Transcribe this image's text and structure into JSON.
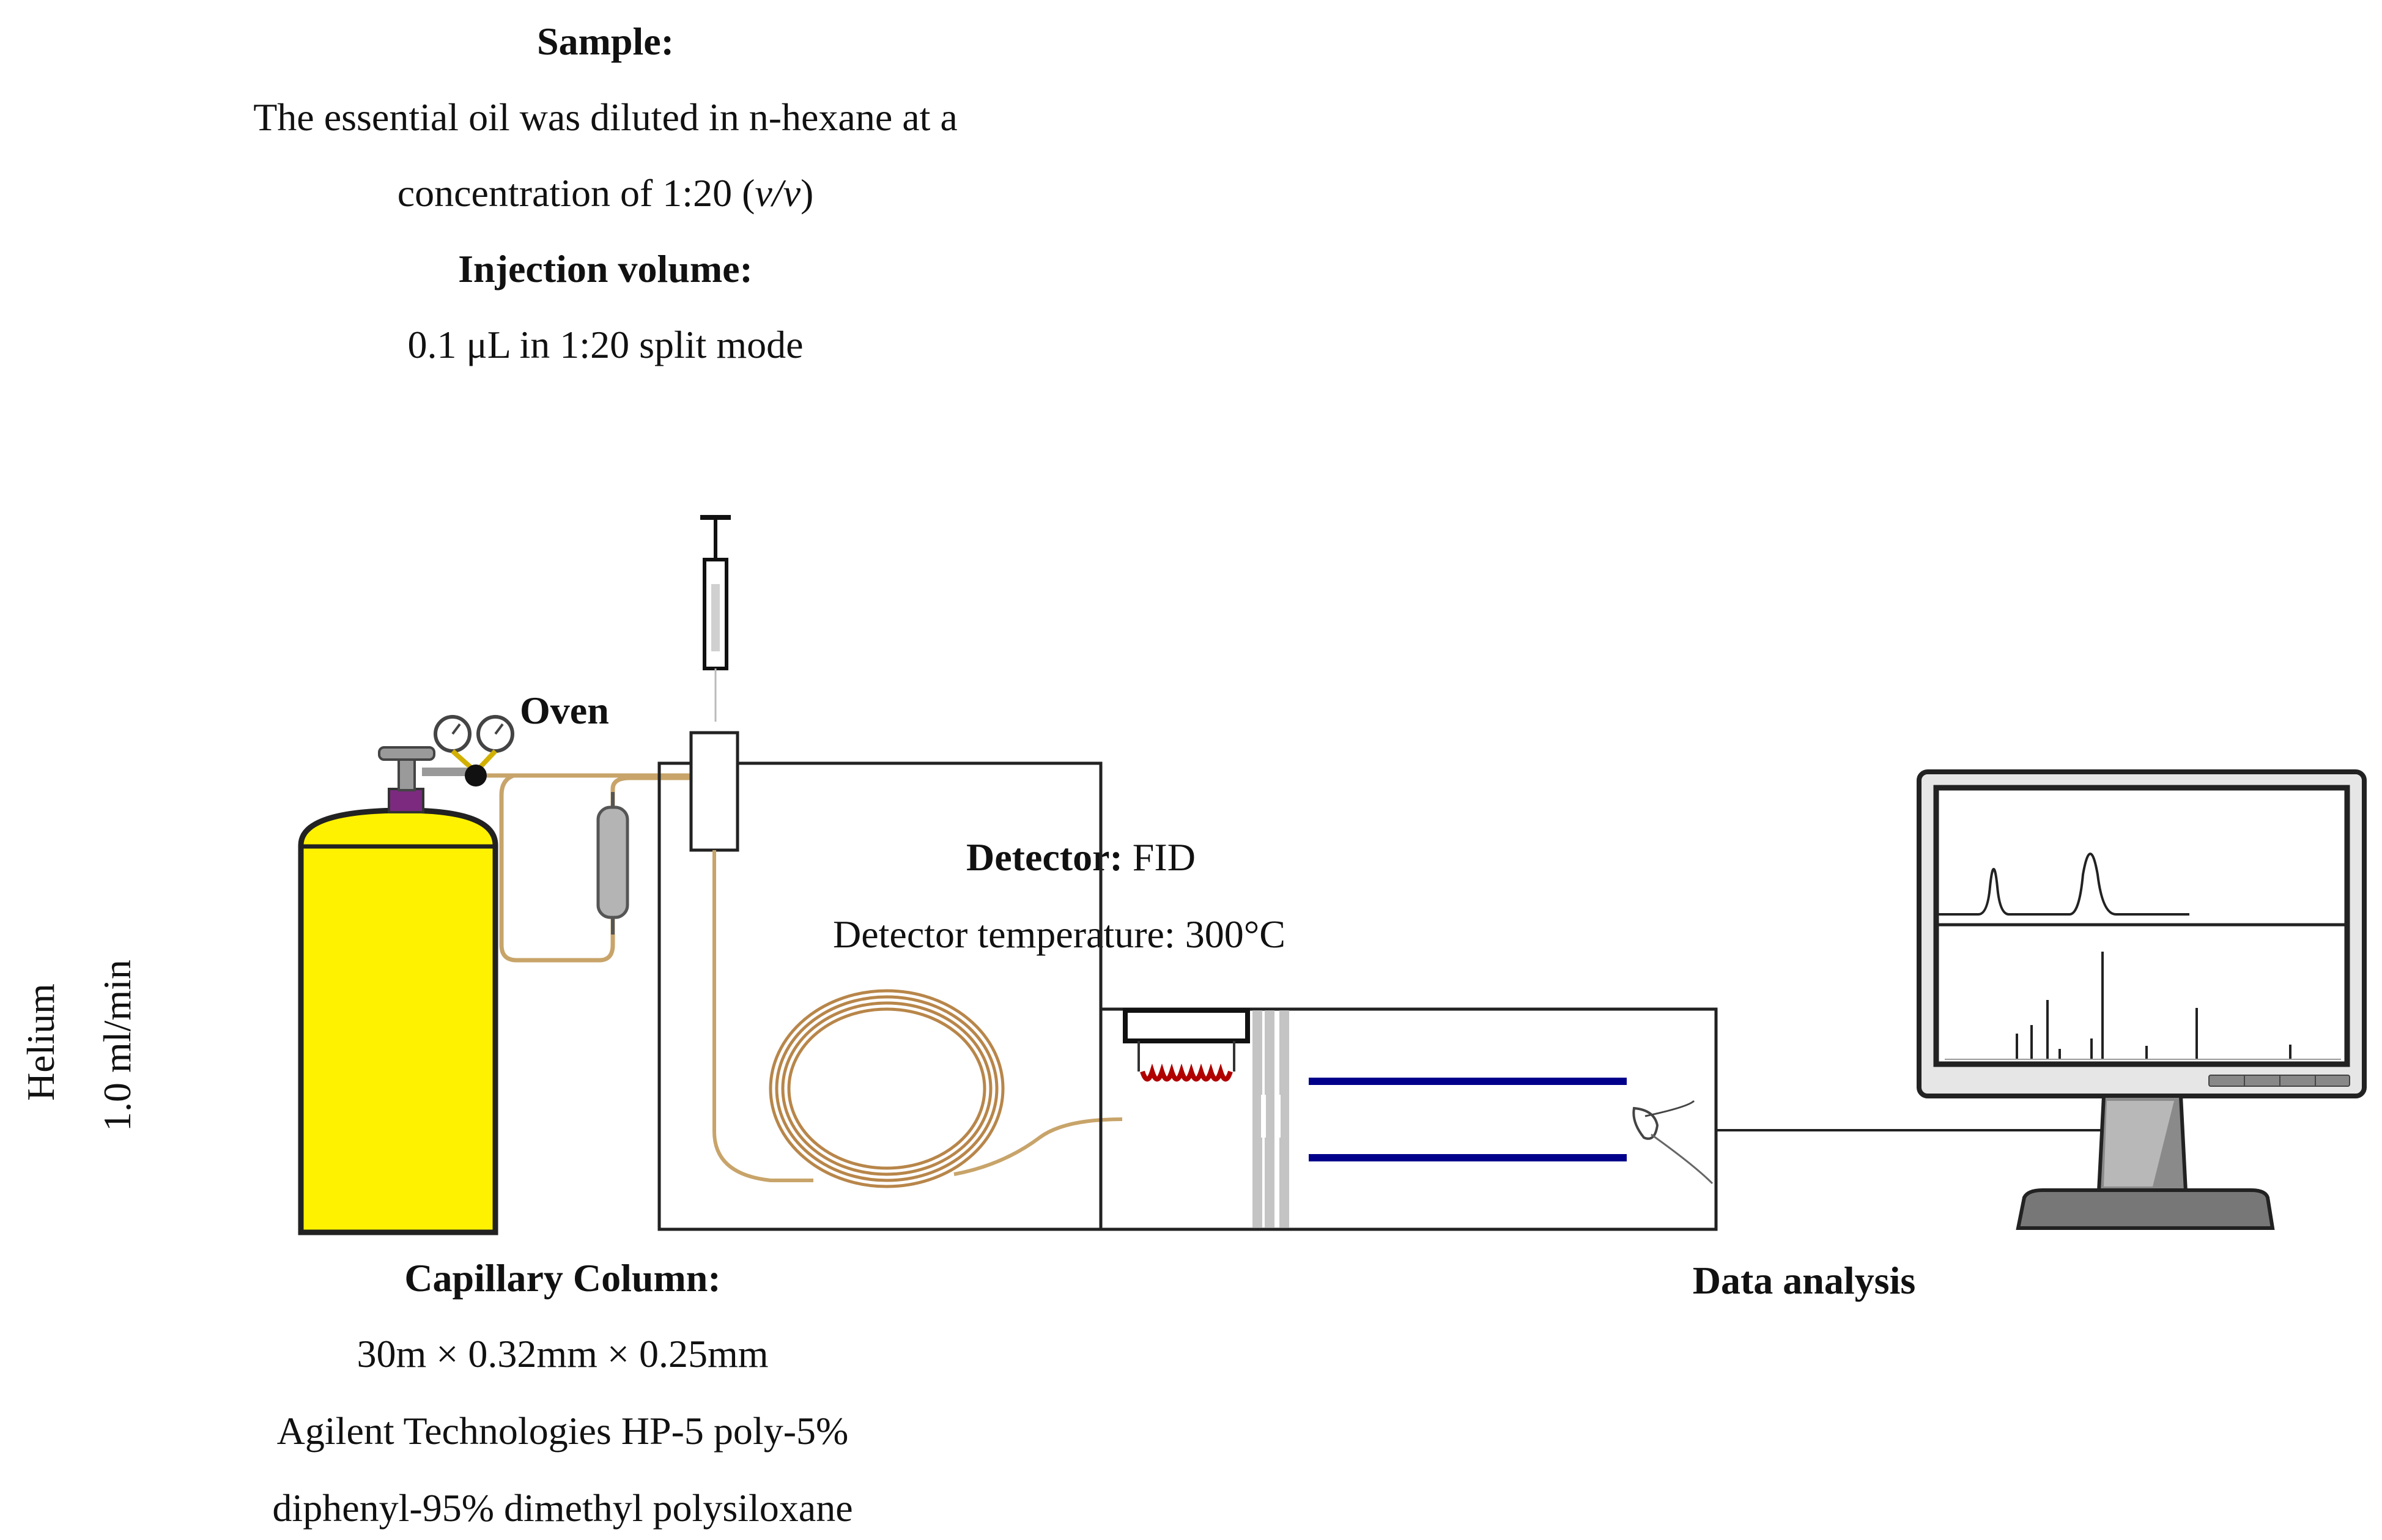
{
  "sample": {
    "heading": "Sample:",
    "line1": "The essential oil was diluted in n-hexane at a",
    "line2_prefix": "concentration of 1:20 (",
    "line2_italic": "v/v",
    "line2_suffix": ")"
  },
  "injection": {
    "heading": "Injection volume:",
    "value": "0.1 μL in 1:20 split mode"
  },
  "oven_label": "Oven",
  "detector": {
    "heading": "Detector:",
    "type": " FID",
    "temperature": "Detector temperature: 300°C"
  },
  "carrier": {
    "gas": "Helium",
    "flow": "1.0 ml/min"
  },
  "column": {
    "heading": "Capillary Column:",
    "dimensions": "30m × 0.32mm × 0.25mm",
    "line1": "Agilent Technologies HP-5 poly-5%",
    "line2": "diphenyl-95% dimethyl polysiloxane"
  },
  "data_analysis_label": "Data analysis",
  "colors": {
    "cylinder": "#fff200",
    "valve_cap": "#7b2a7f",
    "tubing": "#c8a46a",
    "column_coil": "#b8864a",
    "filament": "#b00000",
    "ion_plates": "#00008b",
    "outline": "#222222",
    "monitor_frame": "#6d6d6d"
  }
}
